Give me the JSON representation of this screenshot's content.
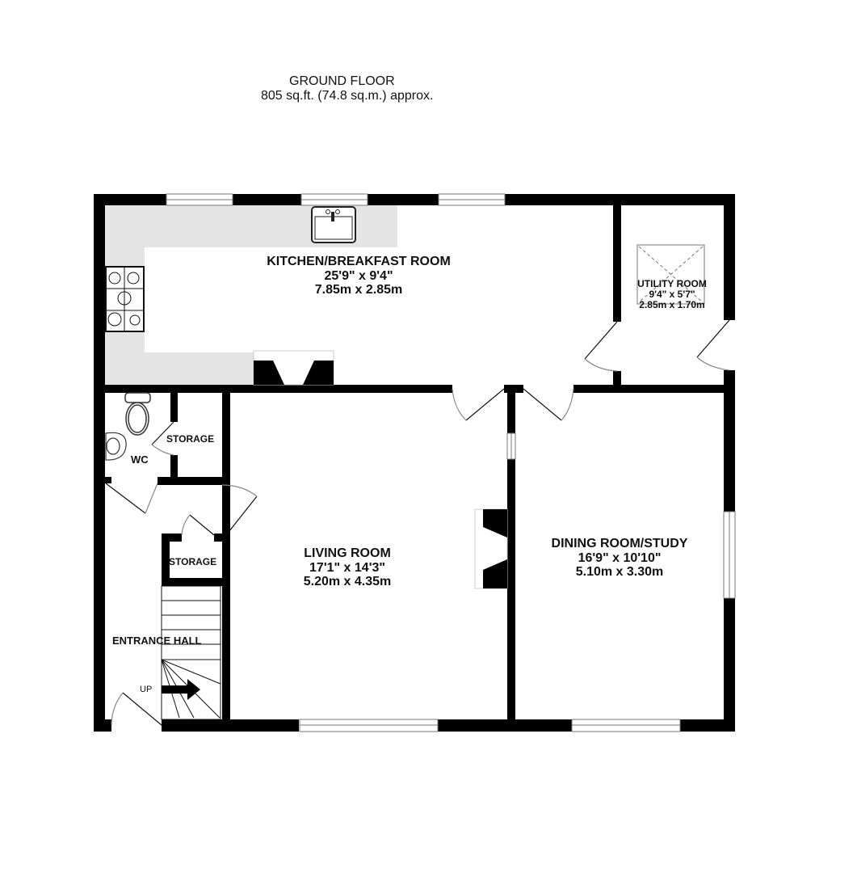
{
  "header": {
    "title": "GROUND FLOOR",
    "area": "805 sq.ft. (74.8 sq.m.) approx."
  },
  "colors": {
    "wall": "#000000",
    "worktop": "#e4e4e4",
    "background": "#ffffff",
    "fixture_line": "#555555"
  },
  "rooms": {
    "kitchen": {
      "name": "KITCHEN/BREAKFAST ROOM",
      "imperial": "25'9\"  x 9'4\"",
      "metric": "7.85m  x 2.85m"
    },
    "utility": {
      "name": "UTILITY ROOM",
      "imperial": "9'4\"  x 5'7\"",
      "metric": "2.85m  x 1.70m"
    },
    "living": {
      "name": "LIVING ROOM",
      "imperial": "17'1\"  x 14'3\"",
      "metric": "5.20m  x 4.35m"
    },
    "dining": {
      "name": "DINING ROOM/STUDY",
      "imperial": "16'9\"  x 10'10\"",
      "metric": "5.10m  x 3.30m"
    },
    "wc": {
      "name": "WC"
    },
    "storage_upper": {
      "name": "STORAGE"
    },
    "storage_lower": {
      "name": "STORAGE"
    },
    "hall": {
      "name": "ENTRANCE HALL"
    }
  },
  "stairs": {
    "direction_label": "UP"
  },
  "fixtures": [
    "hob-icon",
    "sink-icon",
    "fireplace-icon",
    "toilet-icon",
    "basin-icon",
    "skylight-icon",
    "stairs-arrow-icon"
  ]
}
